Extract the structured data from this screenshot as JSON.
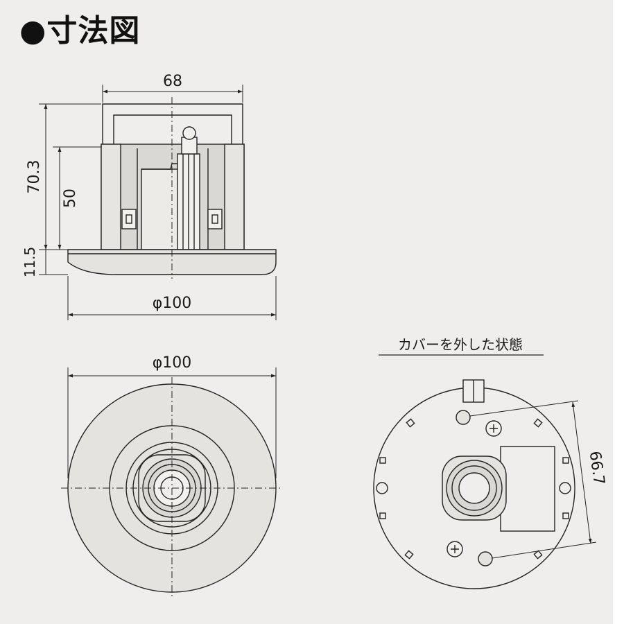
{
  "title": "●寸法図",
  "side_view": {
    "dim_width": "68",
    "dim_total_height": "70.3",
    "dim_body_height": "50",
    "dim_base_height": "11.5",
    "dim_base_diameter": "φ100"
  },
  "top_view": {
    "dim_diameter": "φ100"
  },
  "cover_removed_view": {
    "caption": "カバーを外した状態",
    "dim_hole_pitch": "66.7"
  },
  "colors": {
    "background": "#efeeec",
    "line": "#222222",
    "body_fill": "#d9d8d5",
    "base_fill": "#e4e3e0"
  }
}
